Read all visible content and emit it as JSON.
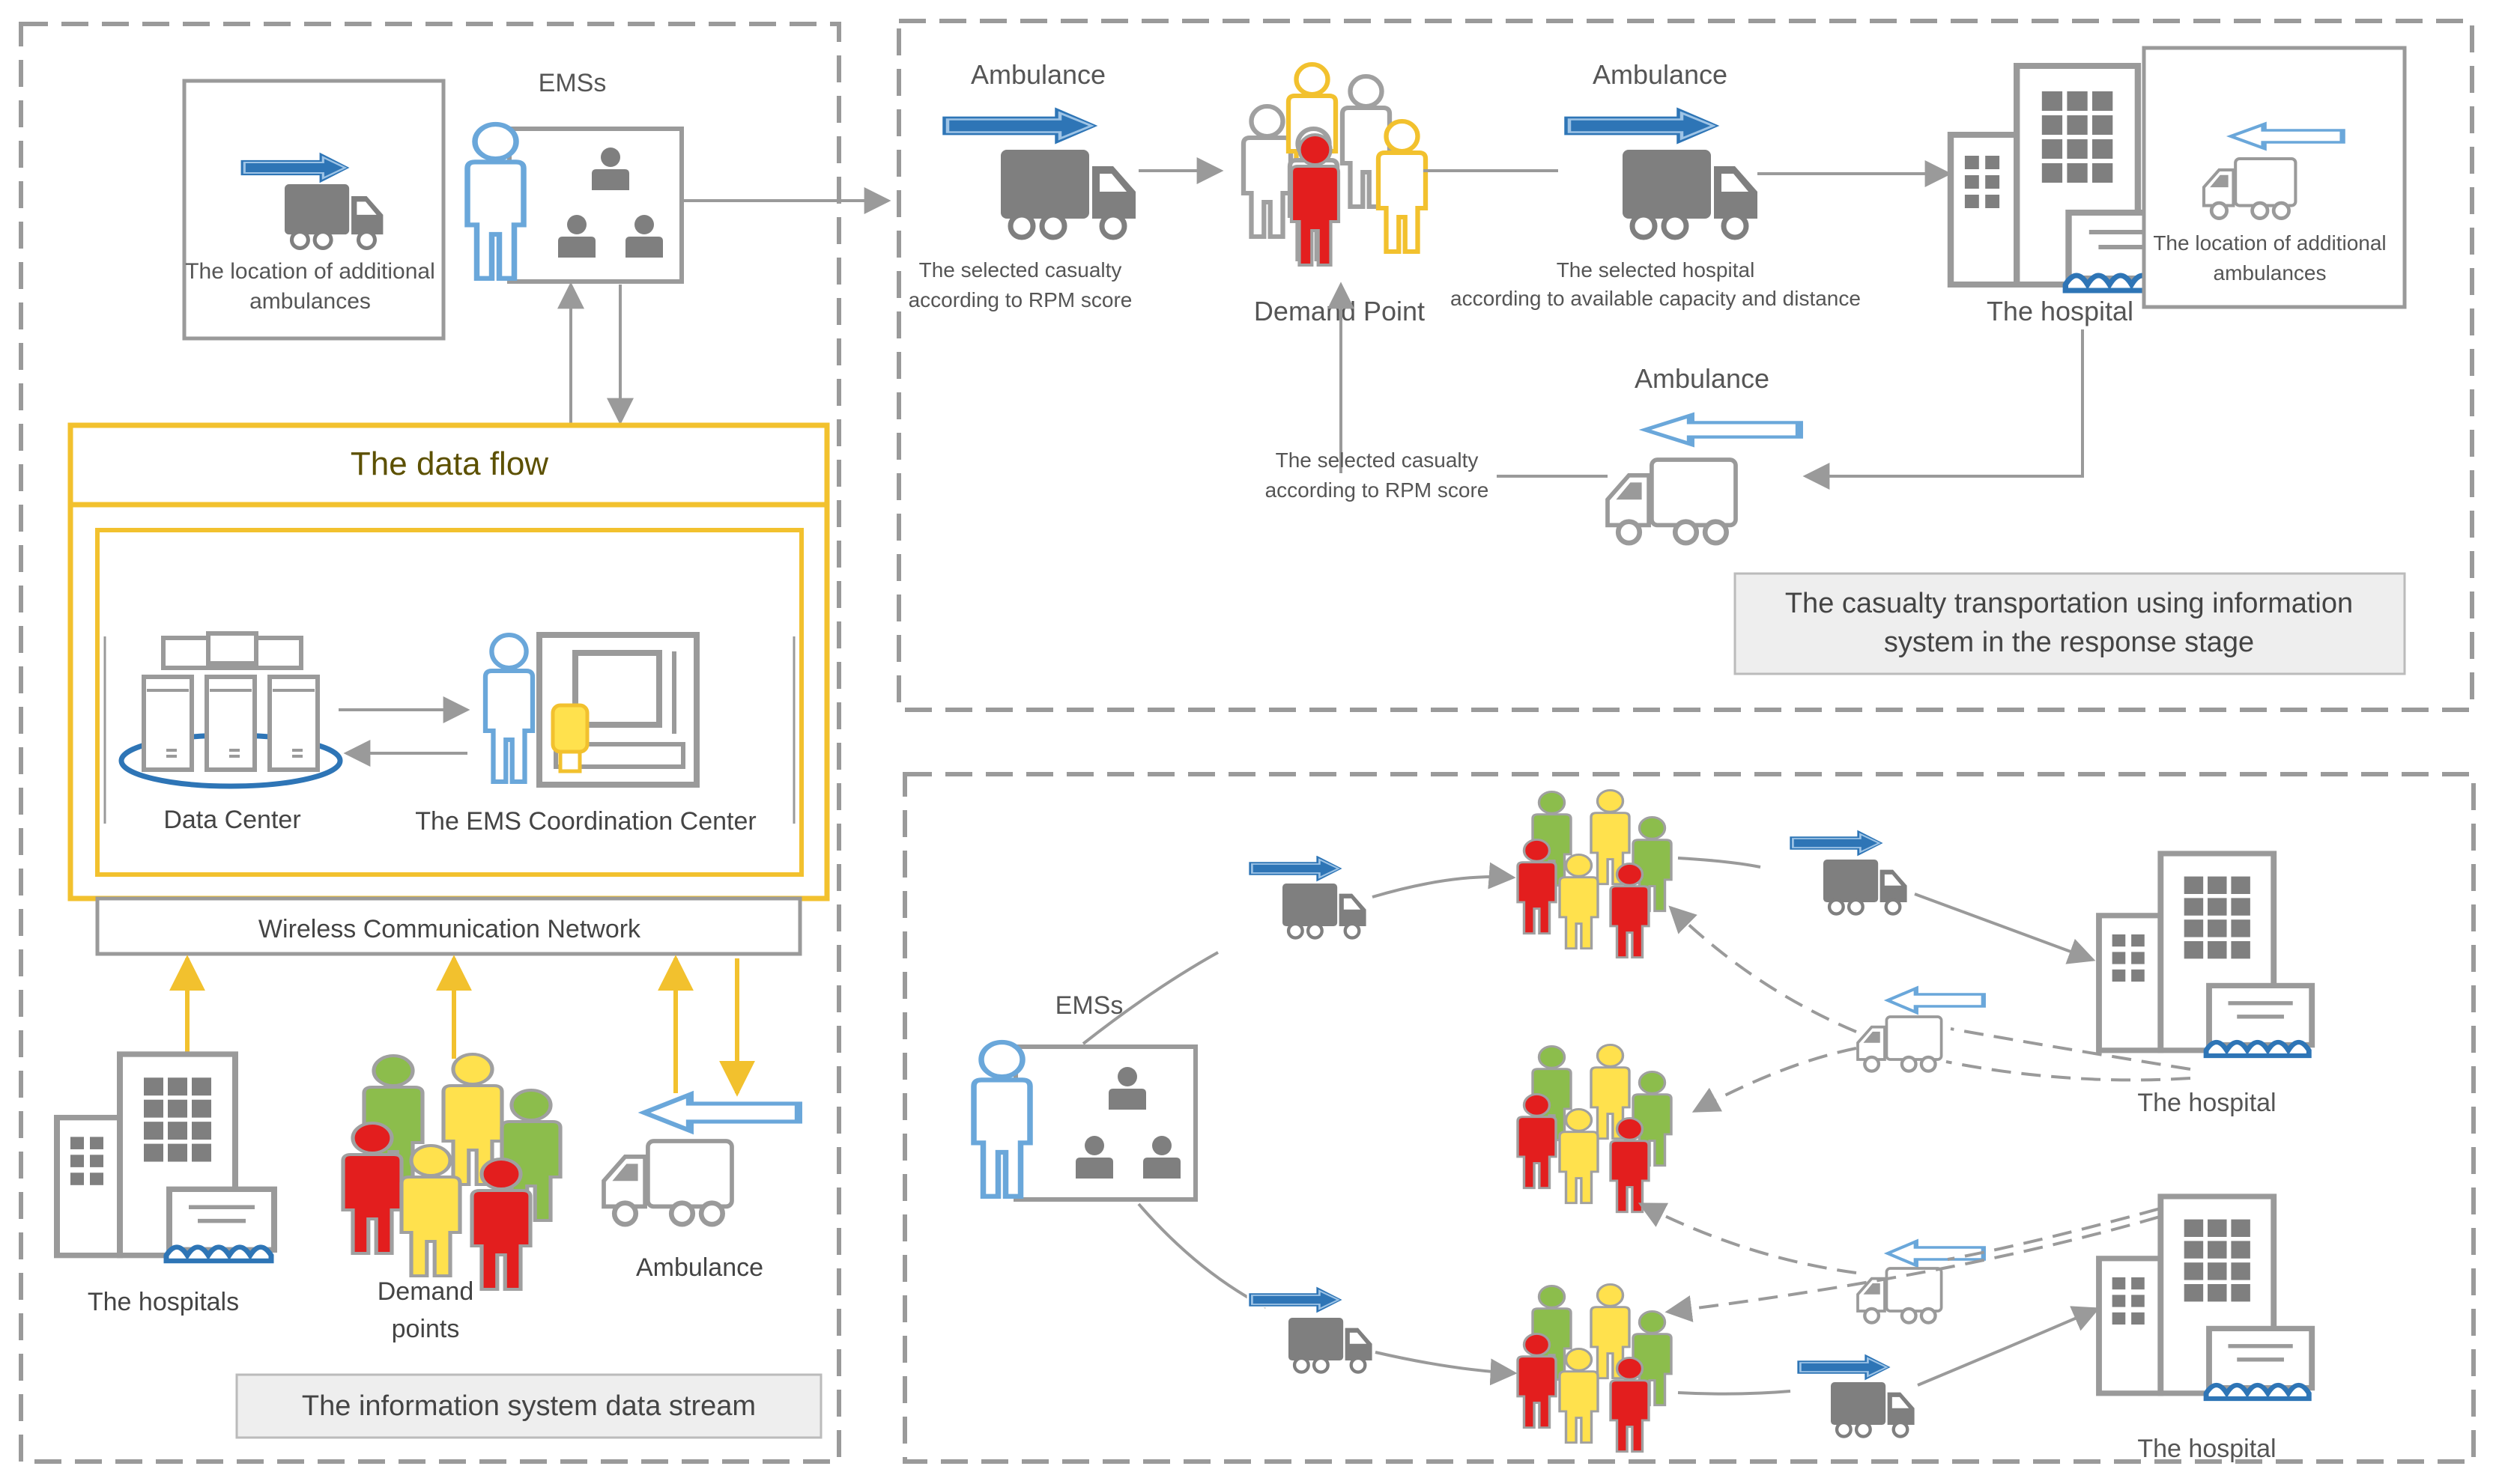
{
  "palette": {
    "gray": "#9a9a9a",
    "dark_gray": "#7f7f7f",
    "blue": "#2e75b6",
    "light_blue": "#6aa7da",
    "gold": "#f2c12e",
    "red": "#e31e1e",
    "yellow": "#ffe14d",
    "green": "#8cbd4c",
    "caption_bg": "#eeeeee",
    "dataflow_text": "#5c5000"
  },
  "left_panel": {
    "ems_label": "EMSs",
    "extra_ambulance_line1": "The location of additional",
    "extra_ambulance_line2": "ambulances",
    "data_flow_title": "The data flow",
    "data_center_label": "Data Center",
    "coordination_center_label": "The EMS Coordination Center",
    "network_label": "Wireless Communication Network",
    "hospitals_label": "The hospitals",
    "demand_points_line1": "Demand",
    "demand_points_line2": "points",
    "ambulance_label": "Ambulance",
    "caption": "The information system data stream"
  },
  "top_right_panel": {
    "ambulance_label_1": "Ambulance",
    "ambulance_label_2": "Ambulance",
    "ambulance_label_3": "Ambulance",
    "casualty_line1": "The selected casualty",
    "casualty_line2": "according to RPM score",
    "demand_point_label": "Demand Point",
    "hospital_sel_line1": "The selected hospital",
    "hospital_sel_line2": "according to available capacity and distance",
    "hospital_label": "The hospital",
    "extra_ambulance_line1": "The location of additional",
    "extra_ambulance_line2": "ambulances",
    "casualty2_line1": "The selected casualty",
    "casualty2_line2": "according to RPM score",
    "caption_line1": "The casualty transportation using information",
    "caption_line2": "system in the response stage"
  },
  "bottom_right_panel": {
    "ems_label": "EMSs",
    "hospital_label_1": "The hospital",
    "hospital_label_2": "The hospital"
  }
}
